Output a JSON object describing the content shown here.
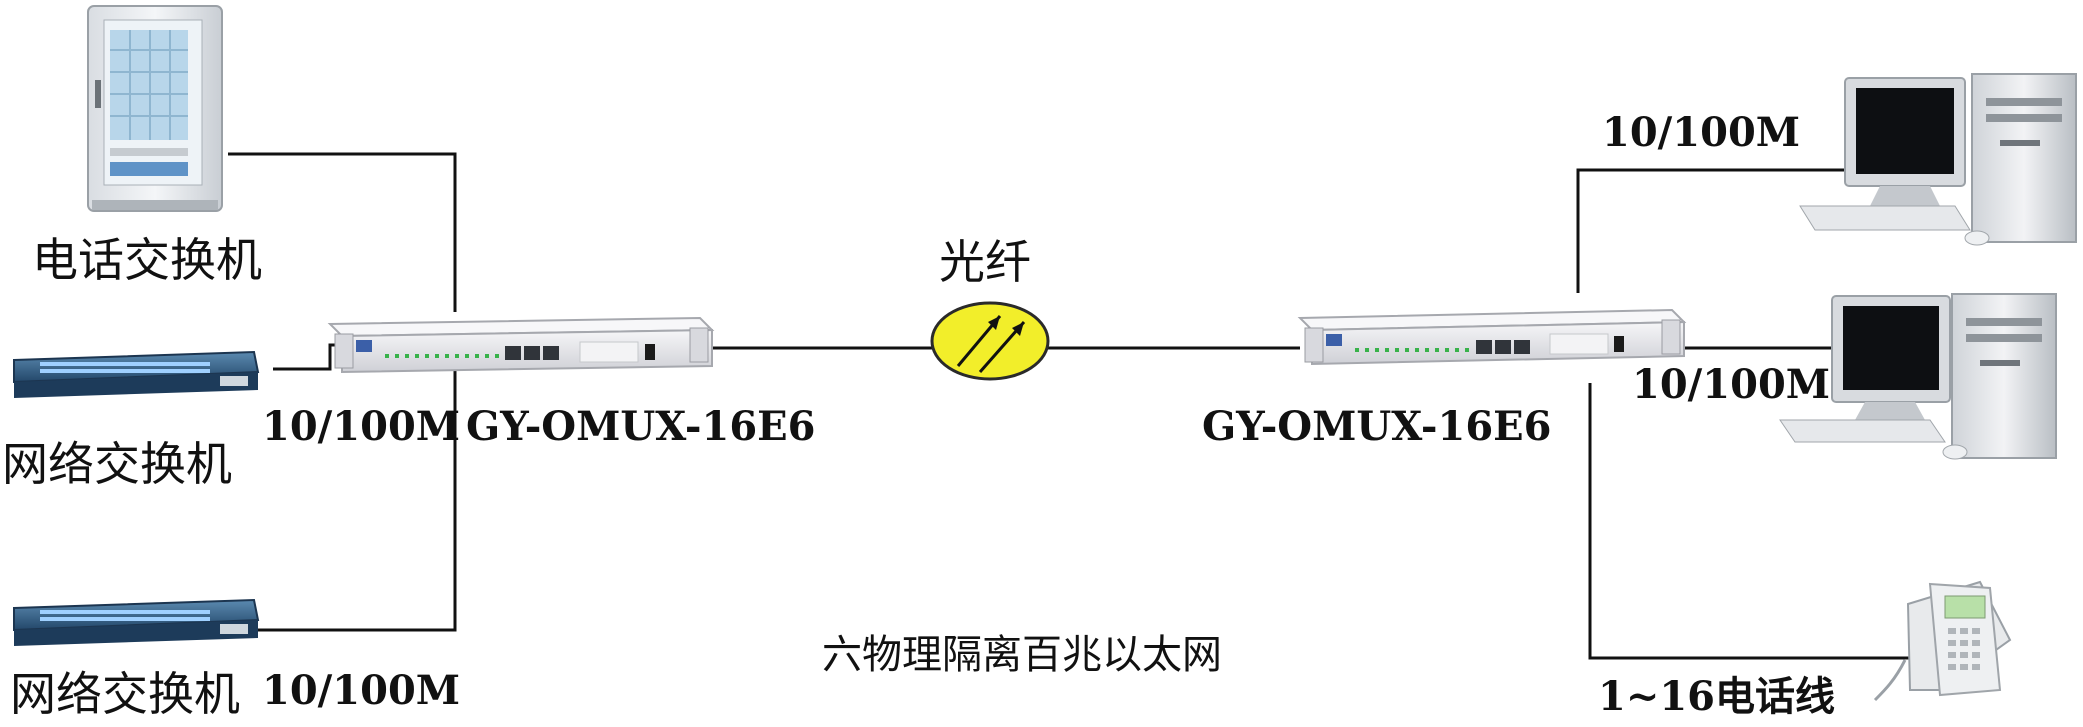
{
  "labels": {
    "pbx": "电话交换机",
    "switch1": "网络交换机",
    "switch2": "网络交换机",
    "sw1_rate": "10/100M",
    "sw2_rate": "10/100M",
    "mux_left": "GY-OMUX-16E6",
    "mux_right": "GY-OMUX-16E6",
    "fiber": "光纤",
    "pc1_rate": "10/100M",
    "pc2_rate": "10/100M",
    "phone_lines": "1~16电话线",
    "caption": "六物理隔离百兆以太网"
  },
  "icons": {
    "pbx": "server-cabinet-icon",
    "switch": "network-switch-icon",
    "mux": "rack-multiplexer-icon",
    "fiber": "fiber-optic-icon",
    "pc": "desktop-computer-icon",
    "phone": "desk-telephone-icon"
  },
  "colors": {
    "fiber_fill": "#f2ee2a",
    "switch_body": "#2f5f86",
    "mux_body": "#e6e6ea",
    "line": "#111111"
  }
}
